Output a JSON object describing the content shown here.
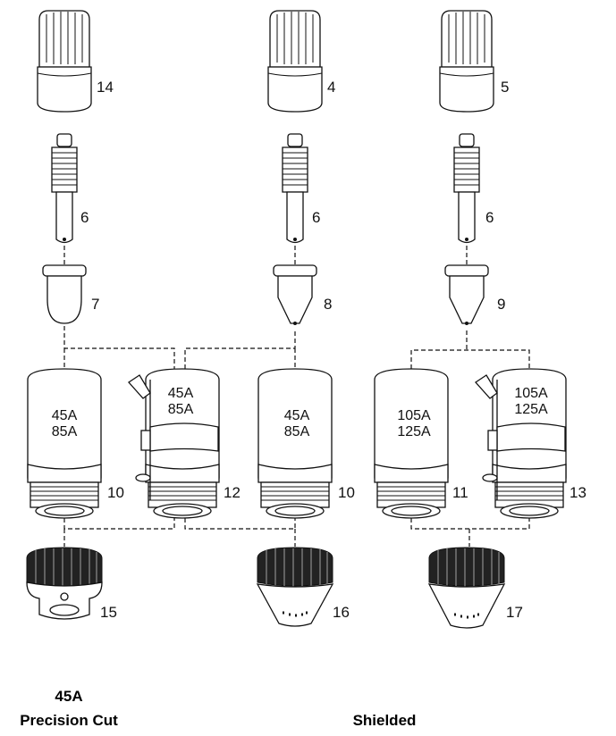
{
  "parts": {
    "swirl_rings": [
      "14",
      "4",
      "5"
    ],
    "electrodes": [
      "6",
      "6",
      "6"
    ],
    "nozzles": [
      "7",
      "8",
      "9"
    ],
    "retaining_caps": [
      {
        "number": "10",
        "ratings": [
          "45A",
          "85A"
        ]
      },
      {
        "number": "12",
        "ratings": [
          "45A",
          "85A"
        ]
      },
      {
        "number": "10",
        "ratings": [
          "45A",
          "85A"
        ]
      },
      {
        "number": "11",
        "ratings": [
          "105A",
          "125A"
        ]
      },
      {
        "number": "13",
        "ratings": [
          "105A",
          "125A"
        ]
      }
    ],
    "shields": [
      "15",
      "16",
      "17"
    ]
  },
  "captions": {
    "left_line1": "45A",
    "left_line2": "Precision Cut",
    "right": "Shielded"
  }
}
